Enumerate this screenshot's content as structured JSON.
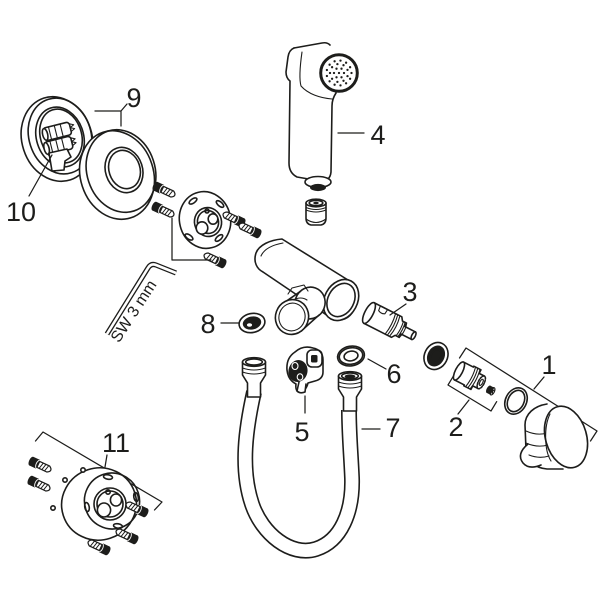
{
  "diagram": {
    "background_color": "#ffffff",
    "line_color": "#1d1d1b",
    "callouts": [
      "1",
      "2",
      "3",
      "4",
      "5",
      "6",
      "7",
      "8",
      "9",
      "10",
      "11"
    ],
    "wrench_size_label": "SW 3 mm"
  }
}
